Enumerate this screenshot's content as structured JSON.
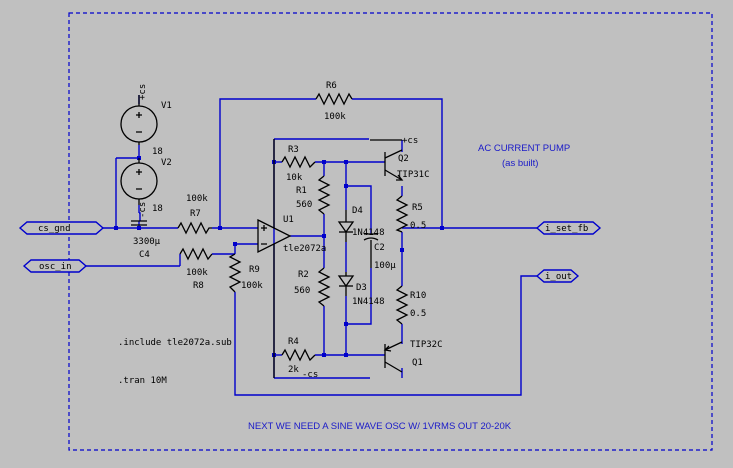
{
  "components": {
    "V1": {
      "ref": "V1",
      "value": "+cs"
    },
    "V2": {
      "ref": "V2",
      "value": "-cs",
      "value_top": "18"
    },
    "C4": {
      "ref": "C4",
      "value": "3300µ",
      "value2": "18"
    },
    "R7": {
      "ref": "R7",
      "value": "100k"
    },
    "R6": {
      "ref": "R6",
      "value": "100k"
    },
    "R8": {
      "ref": "R8",
      "value": "100k"
    },
    "R9": {
      "ref": "R9",
      "value": "100k"
    },
    "U1": {
      "ref": "U1",
      "model": "tle2072a"
    },
    "R3": {
      "ref": "R3",
      "value": "10k"
    },
    "R1": {
      "ref": "R1",
      "value": "560"
    },
    "R2": {
      "ref": "R2",
      "value": "560"
    },
    "R4": {
      "ref": "R4",
      "value": "2k"
    },
    "D4": {
      "ref": "D4",
      "model": "1N4148"
    },
    "D3": {
      "ref": "D3",
      "model": "1N4148"
    },
    "C2": {
      "ref": "C2",
      "value": "100µ"
    },
    "Q2": {
      "ref": "Q2",
      "model": "TIP31C",
      "supply": "+cs"
    },
    "Q1": {
      "ref": "Q1",
      "model": "TIP32C",
      "supply": "-cs"
    },
    "R5": {
      "ref": "R5",
      "value": "0.5"
    },
    "R10": {
      "ref": "R10",
      "value": "0.5"
    }
  },
  "net_labels": {
    "cs_gnd": "cs_gnd",
    "osc_in": "osc_in",
    "i_set_fb": "i_set_fb",
    "i_out": "i_out"
  },
  "directives": {
    "include": ".include tle2072a.sub",
    "tran": ".tran 10M"
  },
  "comments": {
    "title": "AC CURRENT PUMP",
    "subtitle": "(as built)",
    "note": "NEXT WE NEED A SINE WAVE OSC W/ 1VRMS OUT 20-20K"
  }
}
